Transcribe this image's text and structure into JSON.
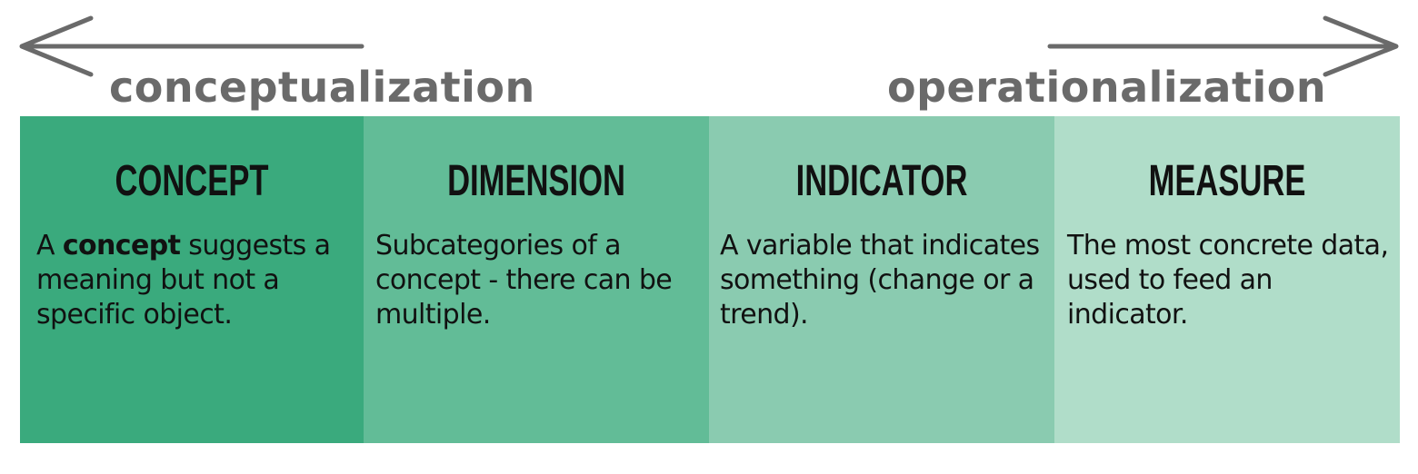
{
  "direction_labels": {
    "left": "conceptualization",
    "right": "operationalization"
  },
  "arrows": {
    "left": "arrow-left-icon",
    "right": "arrow-right-icon",
    "color": "#6a6a6a"
  },
  "panels": [
    {
      "title": "CONCEPT",
      "desc_before": "A ",
      "desc_bold": "concept",
      "desc_after": " suggests a meaning but not a specific object.",
      "color": "#3aaa7d"
    },
    {
      "title": "DIMENSION",
      "desc_before": "Subcategories of a concept - there can be multiple.",
      "desc_bold": "",
      "desc_after": "",
      "color": "#62bc97"
    },
    {
      "title": "INDICATOR",
      "desc_before": "A variable that indicates something (change or a trend).",
      "desc_bold": "",
      "desc_after": "",
      "color": "#8acbb0"
    },
    {
      "title": "MEASURE",
      "desc_before": "The most concrete data, used to feed an indicator.",
      "desc_bold": "",
      "desc_after": "",
      "color": "#b0ddc9"
    }
  ]
}
